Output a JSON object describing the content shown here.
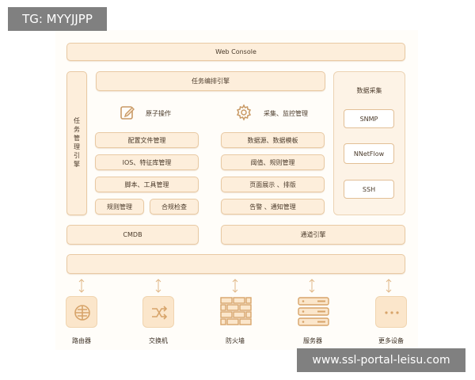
{
  "watermarks": {
    "top_left": "TG: MYYJJPP",
    "bottom_right": "www.ssl-portal-leisu.com"
  },
  "layers": {
    "web_console": "Web Console",
    "task_orchestration": "任务编排引擎",
    "task_management_engine": "任务管理引擎",
    "data_collection": {
      "title": "数据采集",
      "items": [
        "SNMP",
        "NNetFlow",
        "SSH"
      ]
    },
    "atomic_ops": {
      "title": "原子操作",
      "icon": "edit-icon",
      "items": [
        "配置文件管理",
        "IOS、特征库管理",
        "脚本、工具管理"
      ],
      "pair": [
        "规则管理",
        "合规检查"
      ]
    },
    "monitor_mgmt": {
      "title": "采集、监控管理",
      "icon": "gear-icon",
      "items": [
        "数据源、数据模板",
        "阈值、规则管理",
        "页面展示 、排版",
        "告警 、通知管理"
      ]
    },
    "cmdb": "CMDB",
    "channel_engine": "通道引擎",
    "bus": ""
  },
  "devices": [
    {
      "label": "路由器",
      "icon": "router-icon"
    },
    {
      "label": "交换机",
      "icon": "switch-icon"
    },
    {
      "label": "防火墙",
      "icon": "firewall-icon"
    },
    {
      "label": "服务器",
      "icon": "server-icon"
    },
    {
      "label": "更多设备",
      "icon": "more-icon"
    }
  ],
  "colors": {
    "box_fill": "#fdeedb",
    "box_border": "#e8c9a3",
    "icon_stroke": "#d7a46a"
  }
}
